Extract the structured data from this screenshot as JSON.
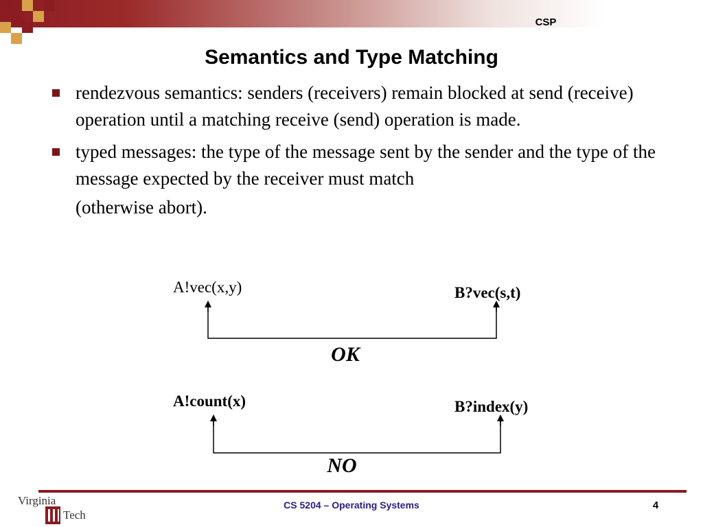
{
  "header": {
    "section_label": "CSP"
  },
  "slide": {
    "title": "Semantics and Type Matching",
    "bullets": [
      "rendezvous semantics: senders (receivers) remain blocked at send (receive) operation until a matching receive (send) operation is made.",
      "typed messages: the type of the message sent by the sender and the type of the message expected by the receiver must match"
    ],
    "bullet_continuation": "(otherwise abort)."
  },
  "diagram": {
    "examples": [
      {
        "sender": "A!vec(x,y)",
        "receiver": "B?vec(s,t)",
        "verdict": "OK"
      },
      {
        "sender": "A!count(x)",
        "receiver": "B?index(y)",
        "verdict": "NO"
      }
    ]
  },
  "footer": {
    "logo_text": [
      "Virginia",
      "Tech"
    ],
    "course": "CS 5204 – Operating Systems",
    "page_number": "4"
  },
  "colors": {
    "brand_maroon": "#8a1c22",
    "footer_text": "#2d1a8a"
  }
}
